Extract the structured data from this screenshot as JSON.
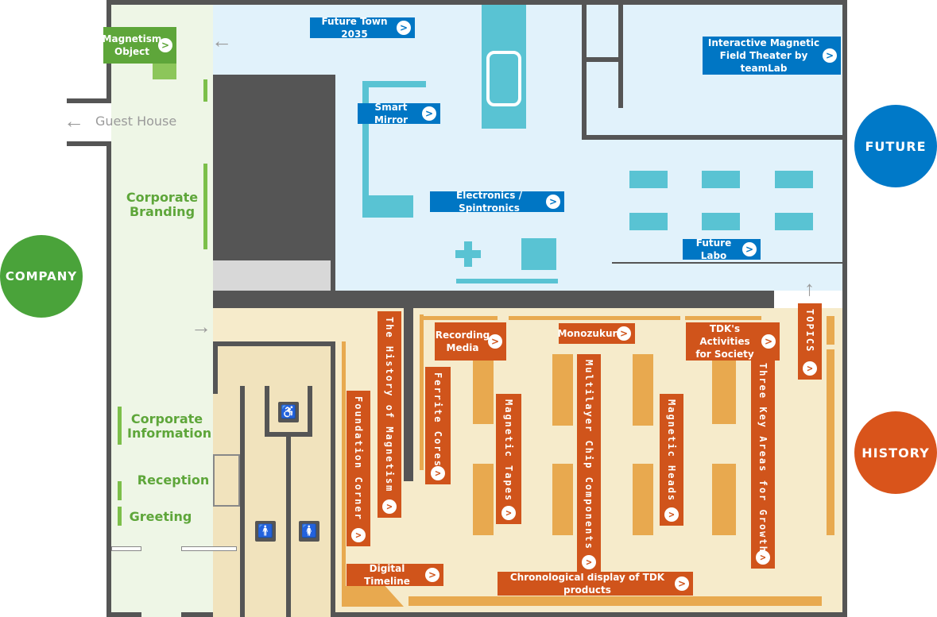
{
  "zones": {
    "company": "COMPANY",
    "future": "FUTURE",
    "history": "HISTORY"
  },
  "colors": {
    "company": "#4aa33a",
    "future": "#0079c8",
    "history": "#d9541b",
    "future_floor": "#e1f2fb",
    "history_floor": "#f6ebcb",
    "company_floor": "#eef6e6"
  },
  "icons": {
    "exhibit_arrow": "chevron-right-icon",
    "direction_arrow": "arrow-icon",
    "accessible_toilet": "wheelchair-icon",
    "mens_toilet": "man-icon",
    "womens_toilet": "woman-icon"
  },
  "company_area": {
    "magnetism_object": "Magnetism Object",
    "guest_house": "Guest House",
    "corporate_branding": "Corporate Branding",
    "corporate_information": "Corporate Information",
    "reception": "Reception",
    "greeting": "Greeting"
  },
  "future_area": {
    "future_town": "Future Town 2035",
    "smart_mirror": "Smart Mirror",
    "electronics": "Electronics / Spintronics",
    "theater": "Interactive Magnetic Field Theater by teamLab",
    "future_labo": "Future Labo"
  },
  "history_area": {
    "recording_media": "Recording Media",
    "monozukuri": "Monozukuri",
    "tdk_activities": "TDK's Activities for Society",
    "topics": "TOPICS",
    "history_of_magnetism": "The History of Magnetism",
    "ferrite_cores": "Ferrite Cores",
    "foundation_corner": "Foundation Corner",
    "magnetic_tapes": "Magnetic Tapes",
    "multilayer": "Multilayer Chip Components",
    "magnetic_heads": "Magnetic Heads",
    "three_key_areas": "Three Key Areas for Growth",
    "digital_timeline": "Digital Timeline",
    "chronological": "Chronological display of TDK products"
  }
}
